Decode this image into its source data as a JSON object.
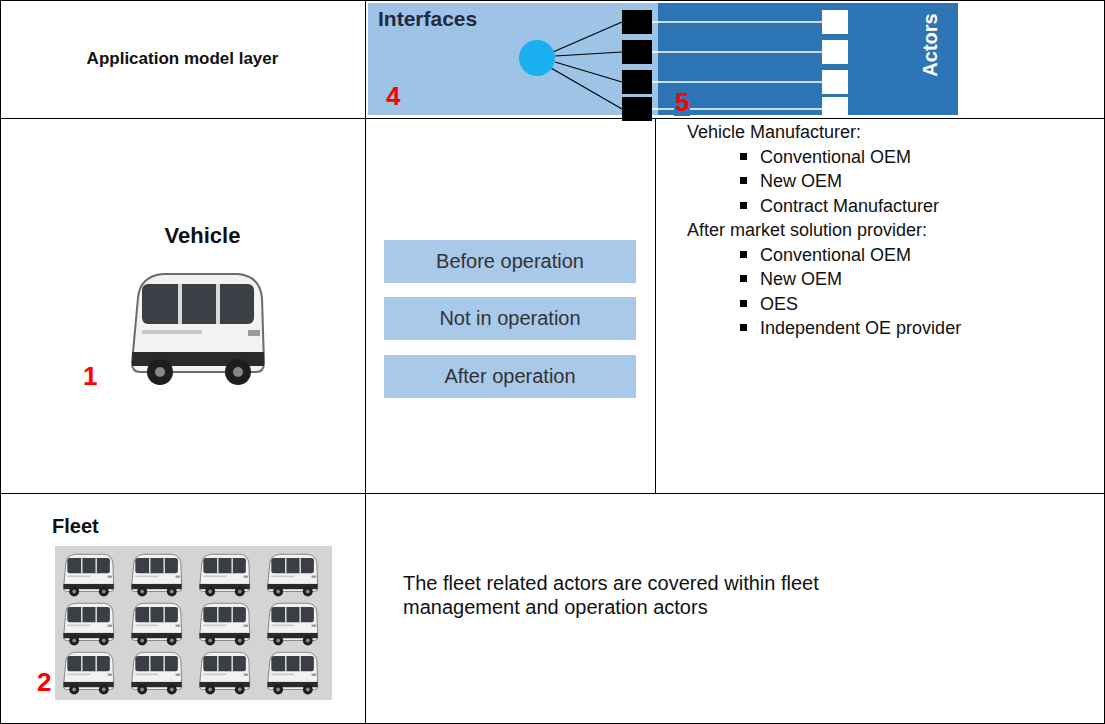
{
  "diagram": {
    "nodes": [
      {
        "text": [
          "Application model layer"
        ]
      },
      {
        "text": [
          "Interfaces"
        ]
      },
      {
        "text": [
          "Actors"
        ],
        "in": 1
      },
      {
        "text": [
          "Vehicle"
        ]
      },
      {
        "text": [
          "Before operation"
        ]
      },
      {
        "text": [
          "Not in operation"
        ]
      },
      {
        "text": [
          "After operation"
        ]
      },
      {
        "text": [
          "Vehicle Manufacturer:",
          "Conventional OEM",
          "New OEM",
          "Contract Manufacturer",
          "After market solution provider:",
          "Conventional OEM",
          "New OEM",
          "OES",
          "Independent OE provider"
        ]
      },
      {
        "text": [
          "Fleet"
        ]
      },
      {
        "text": [
          "The fleet related actors are covered within fleet management and operation actors"
        ]
      }
    ],
    "labels": [
      "4",
      "5",
      "1",
      "2"
    ]
  }
}
